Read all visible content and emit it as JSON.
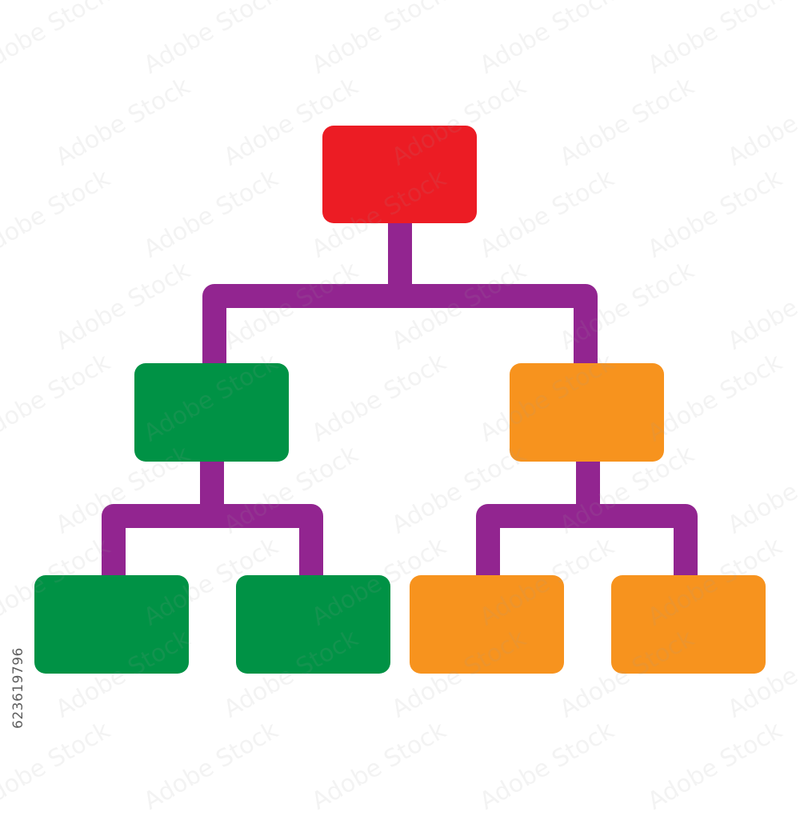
{
  "stock_id": "623619796",
  "watermark_text": "Adobe Stock",
  "colors": {
    "background": "#ffffff",
    "connector": "#922590",
    "root": "#ec1c24",
    "left_branch": "#009245",
    "right_branch": "#f7931e"
  },
  "nodes": [
    {
      "id": "root",
      "level": 0,
      "color_key": "root"
    },
    {
      "id": "left-child",
      "level": 1,
      "color_key": "left_branch"
    },
    {
      "id": "right-child",
      "level": 1,
      "color_key": "right_branch"
    },
    {
      "id": "left-leaf-1",
      "level": 2,
      "color_key": "left_branch"
    },
    {
      "id": "left-leaf-2",
      "level": 2,
      "color_key": "left_branch"
    },
    {
      "id": "right-leaf-1",
      "level": 2,
      "color_key": "right_branch"
    },
    {
      "id": "right-leaf-2",
      "level": 2,
      "color_key": "right_branch"
    }
  ],
  "edges": [
    [
      "root",
      "left-child"
    ],
    [
      "root",
      "right-child"
    ],
    [
      "left-child",
      "left-leaf-1"
    ],
    [
      "left-child",
      "left-leaf-2"
    ],
    [
      "right-child",
      "right-leaf-1"
    ],
    [
      "right-child",
      "right-leaf-2"
    ]
  ]
}
